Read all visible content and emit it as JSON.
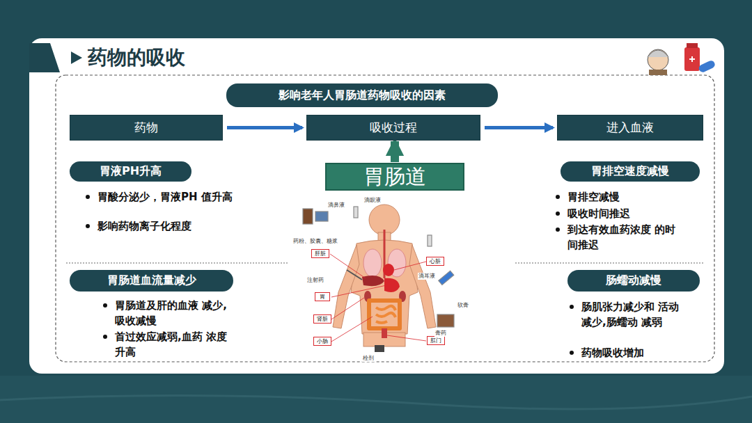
{
  "diagram": {
    "title": "药物的吸收",
    "nodes": [
      {
        "text": [
          "影响老年人胃肠道药物吸收的因素"
        ]
      },
      {
        "text": [
          "药物"
        ]
      },
      {
        "text": [
          "吸收过程"
        ]
      },
      {
        "text": [
          "进入血液"
        ]
      },
      {
        "text": [
          "胃液PH升高"
        ]
      },
      {
        "text": [
          "胃肠道"
        ]
      },
      {
        "text": [
          "胃排空速度减慢"
        ]
      },
      {
        "text": [
          "胃肠道血流量减少"
        ]
      },
      {
        "text": [
          "肠蠕动减慢"
        ]
      },
      {
        "text": [
          "肝脏"
        ]
      },
      {
        "text": [
          "心脏"
        ]
      },
      {
        "text": [
          "胃"
        ]
      },
      {
        "text": [
          "肾脏"
        ]
      },
      {
        "text": [
          "小肠"
        ]
      },
      {
        "text": [
          "肛门"
        ]
      }
    ],
    "edges": [
      {
        "from": 1,
        "to": 2,
        "arrow": "to"
      },
      {
        "from": 2,
        "to": 3,
        "arrow": "to"
      },
      {
        "from": 5,
        "to": 2,
        "arrow": "to"
      }
    ],
    "labels": [
      "胃酸分泌少，胃液PH 值升高",
      "影响药物离子化程度",
      "胃肠道及肝的血液 减少,吸收减慢",
      "首过效应减弱,血药 浓度升高",
      "胃排空减慢",
      "吸收时间推迟",
      "到达有效血药浓度 的时间推迟",
      "肠肌张力减少和 活动减少,肠蠕动 减弱",
      "药物吸收增加",
      "滴眼液",
      "滴鼻液",
      "药粉、胶囊、糖浆",
      "注射药",
      "滴耳液",
      "软膏",
      "膏药",
      "栓剂"
    ]
  }
}
